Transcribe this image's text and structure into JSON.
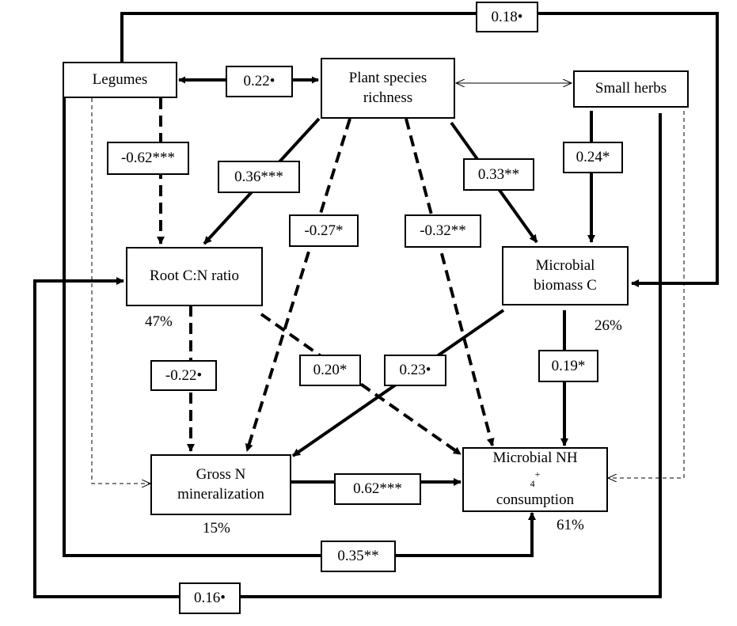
{
  "nodes": {
    "legumes": "Legumes",
    "richness_line1": "Plant species",
    "richness_line2": "richness",
    "small_herbs": "Small herbs",
    "root_cn": "Root C:N ratio",
    "mbc_line1": "Microbial",
    "mbc_line2": "biomass C",
    "gnm_line1": "Gross N",
    "gnm_line2": "mineralization",
    "nh4_line1_pre": "Microbial NH",
    "nh4_sub": "4",
    "nh4_sup": "+",
    "nh4_line2": "consumption"
  },
  "variance_explained": {
    "root_cn": "47%",
    "mbc": "26%",
    "gnm": "15%",
    "nh4": "61%"
  },
  "coefficients": {
    "legumes_mbc": "0.18•",
    "legumes_richness": "0.22•",
    "legumes_rootcn": "-0.62***",
    "richness_rootcn": "0.36***",
    "richness_gnm": "-0.27*",
    "richness_nh4": "-0.32**",
    "richness_mbc": "0.33**",
    "herbs_mbc": "0.24*",
    "rootcn_gnm": "-0.22•",
    "rootcn_nh4": "0.20*",
    "mbc_gnm": "0.23•",
    "mbc_nh4": "0.19*",
    "gnm_nh4": "0.62***",
    "legumes_nh4": "0.35**",
    "herbs_rootcn": "0.16•"
  }
}
